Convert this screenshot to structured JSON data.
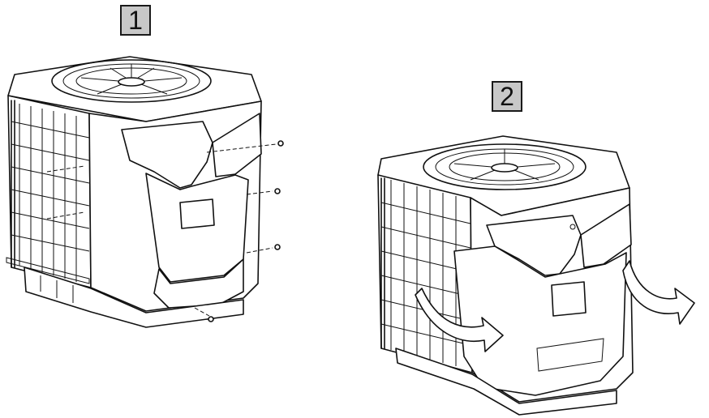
{
  "steps": [
    {
      "number": "1"
    },
    {
      "number": "2"
    }
  ],
  "colors": {
    "ink": "#111111",
    "badge_fill": "#c8c8c8",
    "background": "#ffffff"
  },
  "icons": [
    "heat-pump-unit",
    "fan-grille",
    "screw",
    "curved-arrow"
  ]
}
